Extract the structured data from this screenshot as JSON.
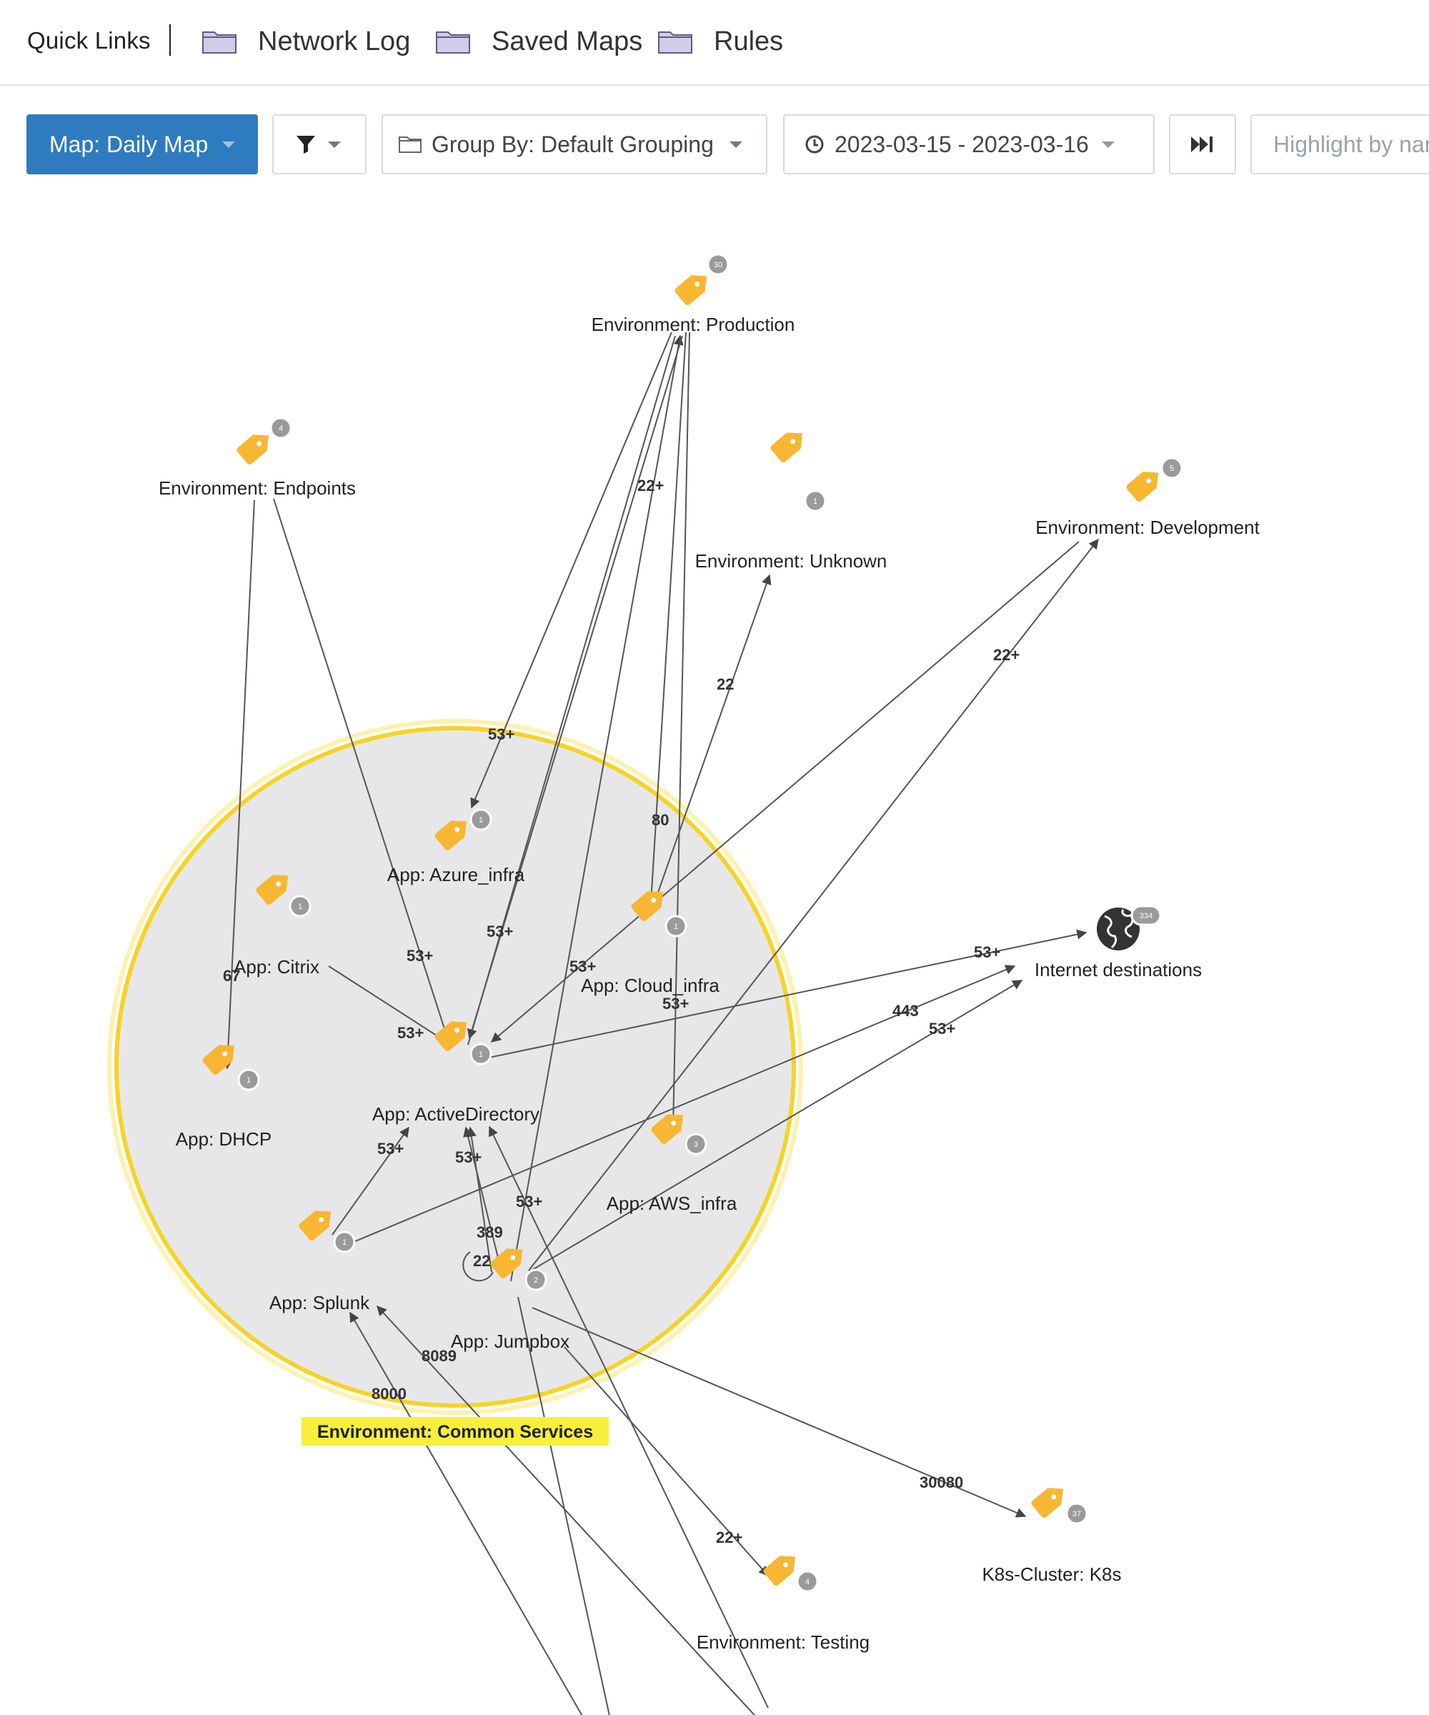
{
  "quick_links": {
    "title": "Quick Links",
    "items": [
      {
        "label": "Network Log",
        "icon": "folder-icon"
      },
      {
        "label": "Saved Maps",
        "icon": "folder-icon"
      },
      {
        "label": "Rules",
        "icon": "folder-icon"
      }
    ]
  },
  "toolbar": {
    "map_select": "Map: Daily Map",
    "filter_icon": "filter-icon",
    "group_by": "Group By: Default Grouping",
    "date_range": "2023-03-15 - 2023-03-16",
    "skip_icon": "skip-to-end-icon",
    "highlight_placeholder": "Highlight by name"
  },
  "colors": {
    "primary": "#2f7bbf",
    "tag": "#f7b733",
    "group_fill": "#e6e6e9",
    "group_border": "#f4d22a",
    "group_label_bg": "#f7ef3c",
    "badge": "#999999"
  },
  "map": {
    "group_label": "Environment: Common Services",
    "nodes": [
      {
        "id": "prod",
        "label": "Environment: Production",
        "badge": "30",
        "icon": "tag-icon"
      },
      {
        "id": "endpoints",
        "label": "Environment: Endpoints",
        "badge": "4",
        "icon": "tag-icon"
      },
      {
        "id": "unknown",
        "label": "Environment: Unknown",
        "badge": "1",
        "icon": "tag-icon"
      },
      {
        "id": "development",
        "label": "Environment: Development",
        "badge": "5",
        "icon": "tag-icon"
      },
      {
        "id": "azure",
        "label": "App: Azure_infra",
        "badge": "1",
        "icon": "tag-icon"
      },
      {
        "id": "citrix",
        "label": "App: Citrix",
        "badge": "1",
        "icon": "tag-icon"
      },
      {
        "id": "cloud",
        "label": "App: Cloud_infra",
        "badge": "1",
        "icon": "tag-icon"
      },
      {
        "id": "internet",
        "label": "Internet destinations",
        "badge": "334",
        "icon": "globe-icon"
      },
      {
        "id": "dhcp",
        "label": "App: DHCP",
        "badge": "1",
        "icon": "tag-icon"
      },
      {
        "id": "ad",
        "label": "App: ActiveDirectory",
        "badge": "1",
        "icon": "tag-icon"
      },
      {
        "id": "aws",
        "label": "App: AWS_infra",
        "badge": "3",
        "icon": "tag-icon"
      },
      {
        "id": "splunk",
        "label": "App: Splunk",
        "badge": "1",
        "icon": "tag-icon"
      },
      {
        "id": "jumpbox",
        "label": "App: Jumpbox",
        "badge": "2",
        "icon": "tag-icon"
      },
      {
        "id": "k8s",
        "label": "K8s-Cluster: K8s",
        "badge": "37",
        "icon": "tag-icon"
      },
      {
        "id": "testing",
        "label": "Environment: Testing",
        "badge": "4",
        "icon": "tag-icon"
      }
    ],
    "edge_labels": [
      "22+",
      "53+",
      "22",
      "80",
      "22+",
      "53+",
      "53+",
      "53+",
      "53+",
      "53+",
      "53+",
      "443",
      "53+",
      "53+",
      "53+",
      "53+",
      "389",
      "22",
      "8089",
      "8000",
      "30080",
      "22+",
      "67"
    ]
  }
}
